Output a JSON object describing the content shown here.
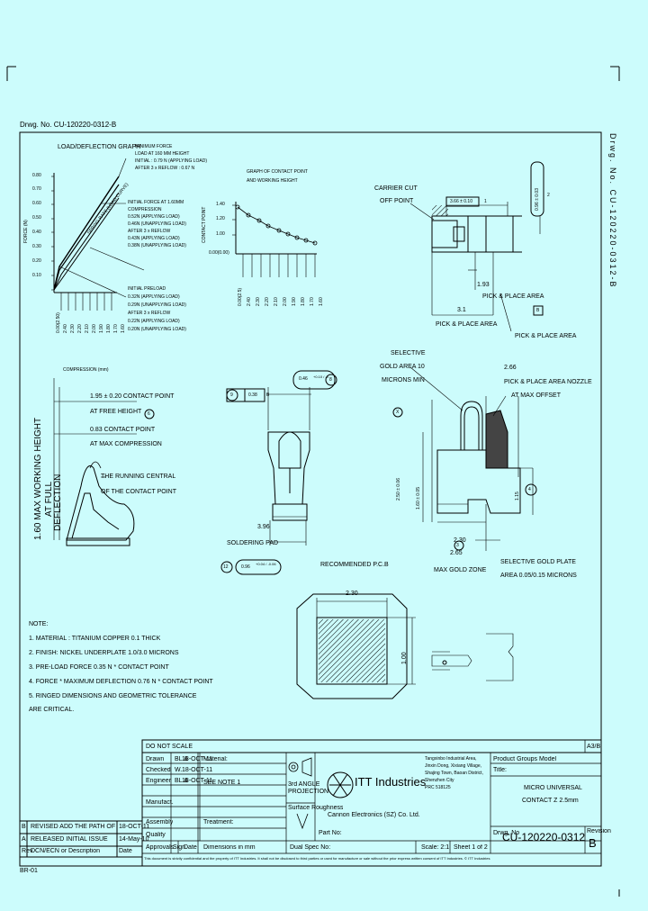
{
  "drawing_number_label": "Drwg. No. CU-120220-0312-B",
  "drawing_number_side": "Drwg. No. CU-120220-0312-B",
  "load_graph": {
    "title": "LOAD/DEFLECTION GRAPH",
    "force_notes": [
      "MINIMUM FORCE",
      "LOAD AT 160 MM HEIGHT",
      "INITIAL : 0.79 N (APPLYING LOAD)",
      "AFTER 3 x REFLOW : 0.67 N"
    ],
    "y_label": "FORCE (N)",
    "y_ticks": [
      "0.80",
      "0.70",
      "0.60",
      "0.50",
      "0.40",
      "0.30",
      "0.20",
      "0.10"
    ],
    "x_label": "COMPRESSION (mm)",
    "x_ticks": [
      "0.00(2.50)",
      "2.40",
      "2.30",
      "2.20",
      "2.10",
      "2.00",
      "1.90",
      "1.80",
      "1.70",
      "1.60"
    ],
    "curve_label": "SPRING RATE (LOAD CURVE)",
    "initial_force": [
      "INITIAL FORCE AT 1.60MM",
      "COMPRESSION",
      "0.52N (APPLYING LOAD)",
      "0.46N (UNAPPLYING LOAD)",
      "AFTER 3 x REFLOW",
      "0.43N (APPLYING LOAD)",
      "0.38N (UNAPPLYING LOAD)"
    ],
    "initial_preload": [
      "INITIAL PRELOAD",
      "0.32N (APPLYING LOAD)",
      "0.29N (UNAPPLYING LOAD)",
      "AFTER 3 x REFLOW",
      "0.22N (APPLYING LOAD)",
      "0.20N (UNAPPLYING LOAD)"
    ]
  },
  "contact_graph": {
    "title": [
      "GRAPH OF CONTACT POINT",
      "AND WORKING HEIGHT"
    ],
    "y_label": "CONTACT POINT",
    "y_ticks": [
      "1.40",
      "1.20",
      "1.00",
      "0.00(0.00)"
    ],
    "x_ticks": [
      "0.00(2.5)",
      "2.40",
      "2.30",
      "2.20",
      "2.10",
      "2.00",
      "1.90",
      "1.80",
      "1.70",
      "1.60"
    ]
  },
  "left_dims": {
    "vertical_label": [
      "1.60 MAX WORKING HEIGHT",
      "AT FULL",
      "DEFLECTION"
    ],
    "d1": "1.95 ± 0.20 CONTACT POINT",
    "d1b": "AT FREE HEIGHT",
    "d1_balloon": "6",
    "d2": "0.83 CONTACT POINT",
    "d2b": "AT MAX COMPRESSION",
    "running": [
      "THE RUNNING CENTRAL",
      "OF THE CONTACT POINT"
    ]
  },
  "top_right": {
    "carrier": [
      "CARRIER CUT",
      "OFF POINT"
    ],
    "dim_366": "3.66 ± 0.10",
    "balloon_1": "1",
    "dim_096": "0.96 ± 0.03",
    "balloon_2": "2",
    "dim_193": "1.93",
    "pick1": "PICK & PLACE AREA",
    "dim_31": "3.1",
    "pick2": "PICK & PLACE AREA",
    "b_label": "B",
    "pick3": "PICK & PLACE AREA"
  },
  "mid": {
    "balloon_9": "9",
    "dim_038": "0.38",
    "b_box": "B",
    "dim_046": "0.46",
    "tol_046": "+0.10 / -0",
    "balloon_8": "8",
    "selective": [
      "SELECTIVE",
      "GOLD AREA 10",
      "MICRONS MIN"
    ],
    "dim_266": "2.66",
    "nozzle": [
      "PICK & PLACE AREA NOZZLE",
      "AT MAX OFFSET"
    ],
    "dim_250": "2.50 ± 0.06",
    "dim_160": "1.60 ± 0.05",
    "dim_115": "1.15",
    "balloon_4": "4",
    "balloon_x": "X",
    "dim_396": "3.96",
    "soldering": "SOLDERING PAD",
    "balloon_12": "12",
    "dim_096b": "0.96",
    "tol_096b": "+0.04 / -0.06",
    "dim_230": "2.30",
    "balloon_3": "3",
    "dim_265": "2.65",
    "max_gold": "MAX GOLD ZONE",
    "sel_plate": [
      "SELECTIVE GOLD PLATE",
      "AREA 0.05/0.15 MICRONS"
    ]
  },
  "pcb": {
    "title": "RECOMMENDED P.C.B",
    "dim_width": "2.30",
    "dim_height": "1.00"
  },
  "notes": {
    "heading": "NOTE:",
    "items": [
      "1. MATERIAL : TITANIUM COPPER 0.1 THICK",
      "2. FINISH: NICKEL UNDERPLATE 1.0/3.0 MICRONS",
      "3. PRE-LOAD FORCE 0.35 N * CONTACT POINT",
      "4. FORCE * MAXIMUM DEFLECTION 0.76 N * CONTACT POINT",
      "5. RINGED DIMENSIONS AND GEOMETRIC TOLERANCE",
      "   ARE CRITICAL."
    ]
  },
  "title_block": {
    "do_not_scale": "DO NOT SCALE",
    "sheet_size": "A3/B",
    "drawn": "Drawn",
    "drawn_by": "BL.&",
    "drawn_date": "18-OCT-11",
    "material_label": "Material:",
    "checked": "Checked",
    "checked_by": "W.",
    "checked_date": "18-OCT-11",
    "see_note": "SEE NOTE 1",
    "engineer": "Engineer",
    "engineer_by": "BL.&",
    "engineer_date": "18-OCT-11",
    "manufacturer": "Manufact.",
    "assembly": "Assembly",
    "treatment": "Treatment:",
    "quality": "Quality",
    "approvals": "Approvals",
    "sign": "Sign",
    "date": "Date",
    "dimensions": "Dimensions in mm",
    "dual_spec": "Dual Spec No:",
    "projection": [
      "3rd ANGLE",
      "PROJECTION"
    ],
    "surface": "Surface Roughness",
    "company_name": "ITT Industries",
    "company_sub": "Cannon Electronics (SZ) Co. Ltd.",
    "address": [
      "Tangxinbo Industrial Area,",
      "Jinxin Dong, Xixiang Village,",
      "Shajing Town, Baoan District,",
      "Shenzhen City",
      "PRC 518125"
    ],
    "product_line": "Product Groups Model",
    "title_label": "Title:",
    "title_lines": [
      "MICRO UNIVERSAL",
      "CONTACT Z 2.5mm"
    ],
    "scale": "Scale: 2:1",
    "sheet": "Sheet 1 of 2",
    "drawing_no_label": "Drwg. No",
    "drawing_no": "CU-120220-0312",
    "revision_label": "Revision",
    "revision": "B",
    "part_no": "Part No:",
    "confidential": "This document is strictly confidential and the property of ITT Industries. It shall not be disclosed to third parties or used for manufacture or sale without the prior express written consent of ITT Industries. © ITT Industries",
    "rev_rows": [
      {
        "rev": "B",
        "desc": "REVISED ADD THE PATH OF THE CONTACT",
        "date": "18-OCT-11"
      },
      {
        "rev": "A",
        "desc": "RELEASED INITIAL ISSUE",
        "date": "14-May-10"
      },
      {
        "rev": "Rev",
        "desc": "DCN/ECN or Description",
        "date": "Date"
      }
    ],
    "form": "BR-01"
  }
}
